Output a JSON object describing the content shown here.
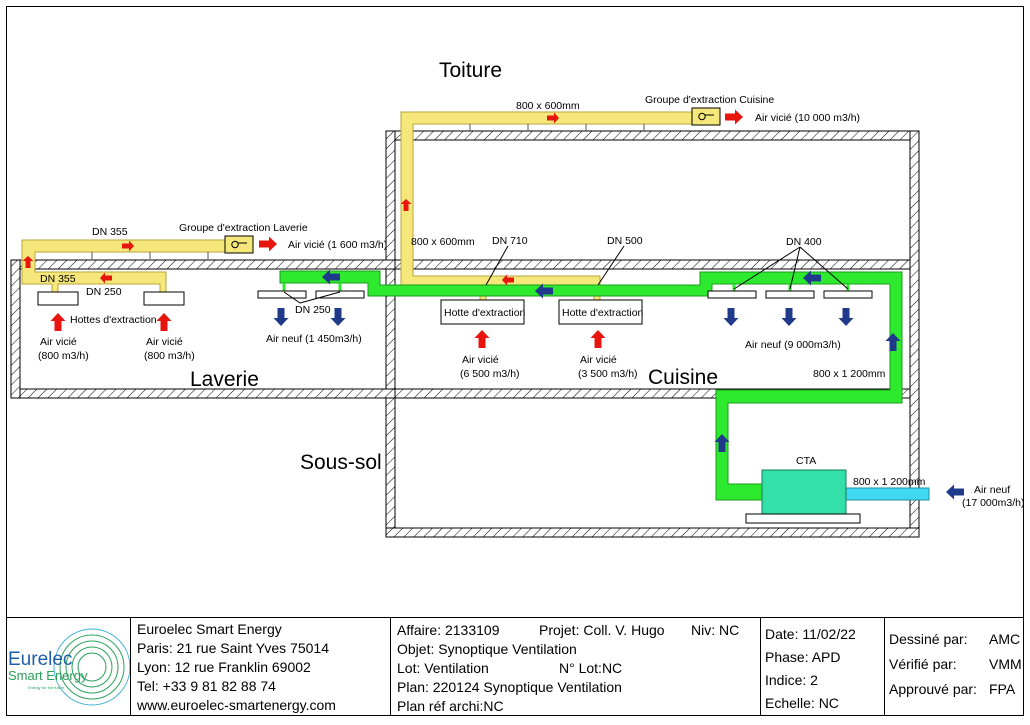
{
  "zones": {
    "toiture": "Toiture",
    "laverie": "Laverie",
    "cuisine": "Cuisine",
    "sous_sol": "Sous-sol"
  },
  "diagram": {
    "duct_800x600_top": "800 x 600mm",
    "duct_800x600_vert": "800 x 600mm",
    "group_cuisine": "Groupe d'extraction Cuisine",
    "air_vicie_10000": "Air vicié (10 000 m3/h)",
    "group_laverie": "Groupe d'extraction Laverie",
    "air_vicie_1600": "Air vicié (1 600 m3/h)",
    "dn355_top": "DN 355",
    "dn355_low": "DN 355",
    "dn250_extract": "DN 250",
    "hottes_extraction": "Hottes d'extraction",
    "air_vicie_a": "Air vicié",
    "air_vicie_a_flow": "(800 m3/h)",
    "air_vicie_b": "Air vicié",
    "air_vicie_b_flow": "(800 m3/h)",
    "dn250_supply": "DN 250",
    "air_neuf_1450": "Air neuf (1 450m3/h)",
    "dn710": "DN 710",
    "dn500": "DN 500",
    "dn400": "DN 400",
    "hotte_1": "Hotte d'extraction",
    "hotte_2": "Hotte d'extraction",
    "air_vicie_c": "Air vicié",
    "air_vicie_c_flow": "(6 500 m3/h)",
    "air_vicie_d": "Air vicié",
    "air_vicie_d_flow": "(3 500 m3/h)",
    "air_neuf_9000": "Air neuf (9 000m3/h)",
    "duct_800x1200_cuisine": "800 x 1 200mm",
    "cta": "CTA",
    "duct_800x1200_cta": "800 x 1 200mm",
    "air_neuf_ext": "Air neuf",
    "air_neuf_ext_flow": "(17 000m3/h)"
  },
  "colors": {
    "extract_duct": "#f5e77a",
    "supply_duct": "#2eea2e",
    "fresh_duct": "#3fd8f0",
    "cta_fill": "#33e0a8",
    "arrow_red": "#e8150f",
    "arrow_blue": "#1f3a8a"
  },
  "logo": {
    "line1": "Eurelec",
    "line2": "Smart Energy",
    "tagline": "Energy for the future"
  },
  "company": {
    "name": "Euroelec Smart Energy",
    "paris": "Paris: 21 rue Saint Yves 75014",
    "lyon": "Lyon: 12 rue Franklin 69002",
    "tel": "Tel: +33 9 81 82 88 74",
    "web": "www.euroelec-smartenergy.com"
  },
  "project": {
    "affaire": "Affaire: 2133109",
    "projet": "Projet: Coll. V. Hugo",
    "niv": "Niv: NC",
    "objet": "Objet: Synoptique Ventilation",
    "lot": "Lot: Ventilation",
    "n_lot": "N° Lot:NC",
    "plan": "Plan: 220124 Synoptique Ventilation",
    "plan_ref": "Plan réf archi:NC"
  },
  "meta": {
    "date": "Date: 11/02/22",
    "phase": "Phase: APD",
    "indice": "Indice: 2",
    "echelle": "Echelle: NC"
  },
  "signoff": {
    "dessine_label": "Dessiné par:",
    "dessine_value": "AMC",
    "verifie_label": "Vérifié par:",
    "verifie_value": "VMM",
    "approuve_label": "Approuvé par:",
    "approuve_value": "FPA"
  }
}
